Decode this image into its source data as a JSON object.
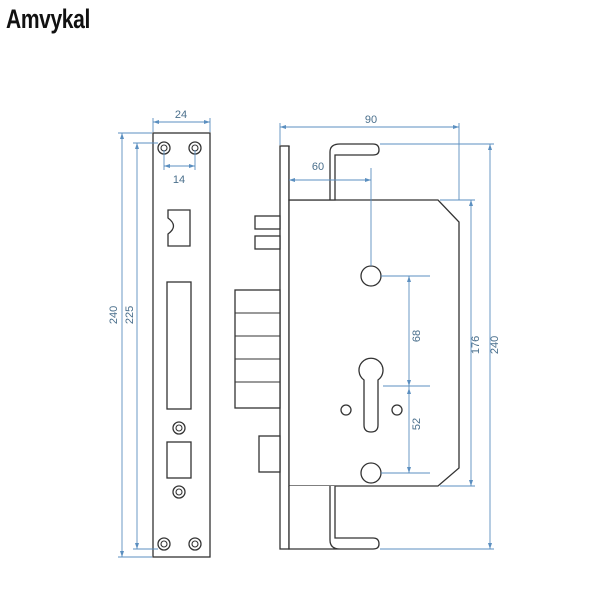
{
  "brand": {
    "name": "Amvykal"
  },
  "colors": {
    "outline": "#333333",
    "dimension_line": "#5b8fc0",
    "dimension_text": "#4a6f8c"
  },
  "faceplate": {
    "dims": {
      "width": "24",
      "hole_spacing": "14",
      "height_outer": "240",
      "height_inner": "225"
    }
  },
  "lock_body": {
    "dims": {
      "depth": "90",
      "backset": "60",
      "body_height": "176",
      "total_height": "240",
      "spindle_to_cylinder": "68",
      "cylinder_to_lower": "52"
    }
  }
}
